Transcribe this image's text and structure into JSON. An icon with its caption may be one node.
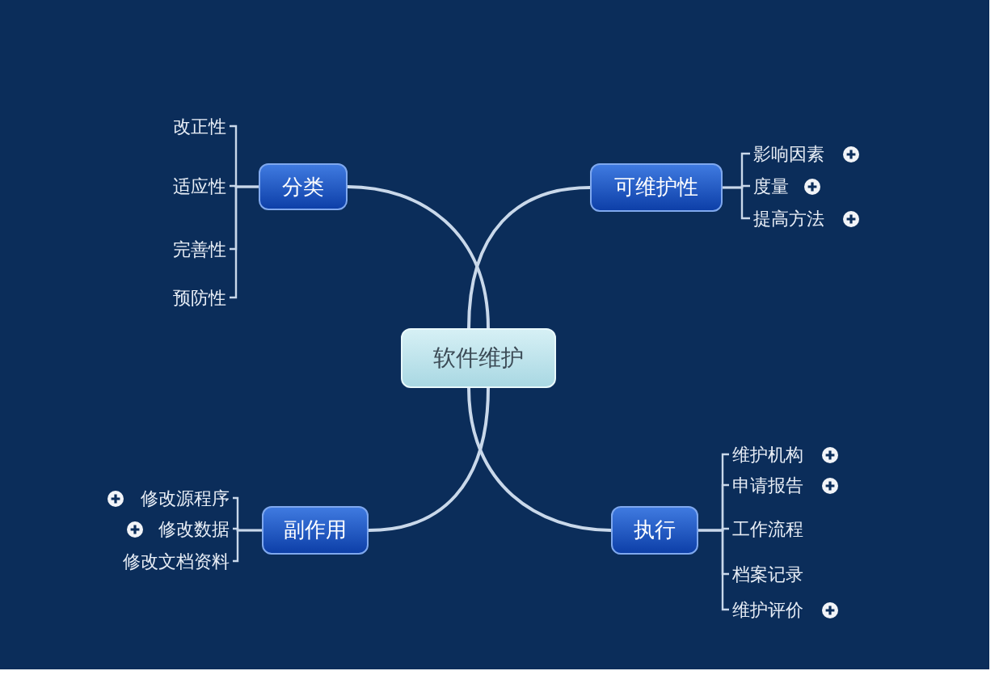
{
  "diagram": {
    "nodes": [
      {
        "text": [
          "软件维护"
        ]
      },
      {
        "text": [
          "分类"
        ]
      },
      {
        "text": [
          "可维护性"
        ]
      },
      {
        "text": [
          "副作用"
        ]
      },
      {
        "text": [
          "执行"
        ]
      },
      {
        "text": [
          "改正性"
        ]
      },
      {
        "text": [
          "适应性"
        ]
      },
      {
        "text": [
          "完善性"
        ]
      },
      {
        "text": [
          "预防性"
        ]
      },
      {
        "text": [
          "影响因素"
        ]
      },
      {
        "text": [
          "度量"
        ]
      },
      {
        "text": [
          "提高方法"
        ]
      },
      {
        "text": [
          "修改源程序"
        ]
      },
      {
        "text": [
          "修改数据"
        ]
      },
      {
        "text": [
          "修改文档资料"
        ]
      },
      {
        "text": [
          "维护机构"
        ]
      },
      {
        "text": [
          "申请报告"
        ]
      },
      {
        "text": [
          "工作流程"
        ]
      },
      {
        "text": [
          "档案记录"
        ]
      },
      {
        "text": [
          "维护评价"
        ]
      }
    ],
    "edges": [
      {
        "from": 0,
        "to": 1,
        "arrow": "none"
      },
      {
        "from": 0,
        "to": 2,
        "arrow": "none"
      },
      {
        "from": 0,
        "to": 3,
        "arrow": "none"
      },
      {
        "from": 0,
        "to": 4,
        "arrow": "none"
      },
      {
        "from": 1,
        "to": 5,
        "arrow": "none"
      },
      {
        "from": 1,
        "to": 6,
        "arrow": "none"
      },
      {
        "from": 1,
        "to": 7,
        "arrow": "none"
      },
      {
        "from": 1,
        "to": 8,
        "arrow": "none"
      },
      {
        "from": 2,
        "to": 9,
        "arrow": "none"
      },
      {
        "from": 2,
        "to": 10,
        "arrow": "none"
      },
      {
        "from": 2,
        "to": 11,
        "arrow": "none"
      },
      {
        "from": 3,
        "to": 12,
        "arrow": "none"
      },
      {
        "from": 3,
        "to": 13,
        "arrow": "none"
      },
      {
        "from": 3,
        "to": 14,
        "arrow": "none"
      },
      {
        "from": 4,
        "to": 15,
        "arrow": "none"
      },
      {
        "from": 4,
        "to": 16,
        "arrow": "none"
      },
      {
        "from": 4,
        "to": 17,
        "arrow": "none"
      },
      {
        "from": 4,
        "to": 18,
        "arrow": "none"
      },
      {
        "from": 4,
        "to": 19,
        "arrow": "none"
      }
    ]
  }
}
